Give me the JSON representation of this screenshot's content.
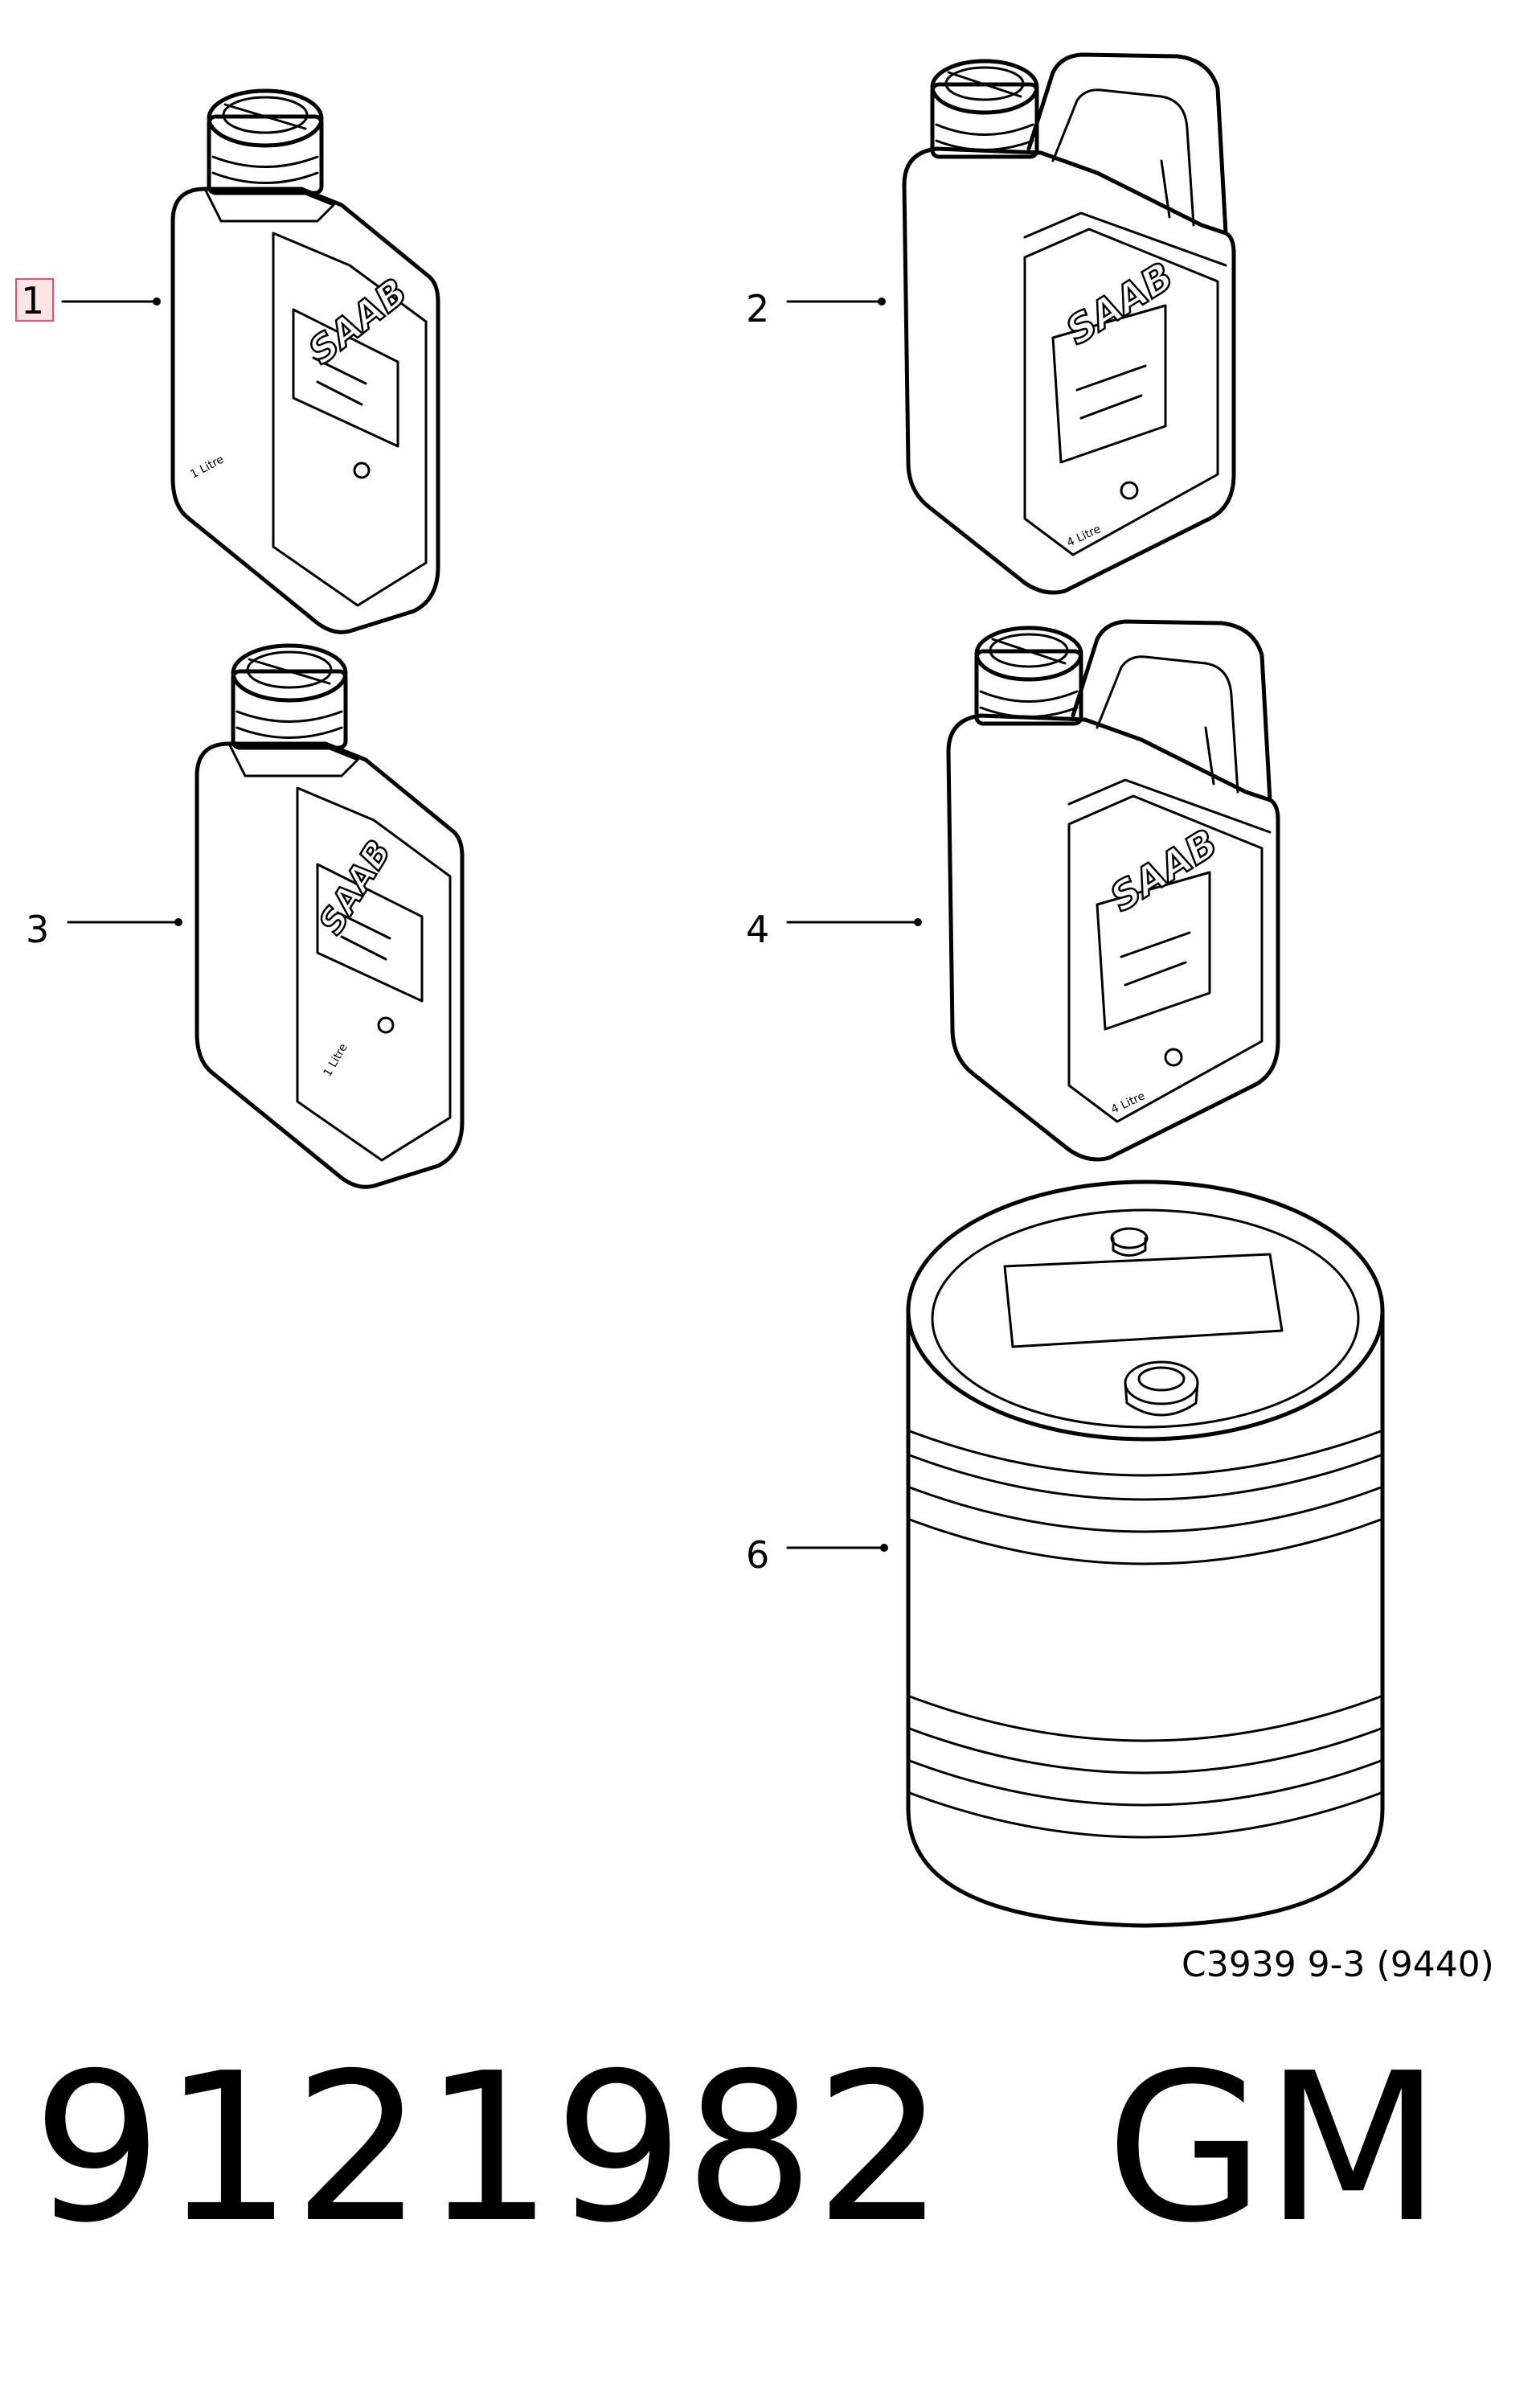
{
  "callouts": [
    "1",
    "2",
    "3",
    "4",
    "6"
  ],
  "containers": [
    {
      "id": "1",
      "volume_label": "1 Litre",
      "brand": "SAAB"
    },
    {
      "id": "2",
      "volume_label": "4 Litre",
      "brand": "SAAB"
    },
    {
      "id": "3",
      "volume_label": "1 Litre",
      "brand": "SAAB"
    },
    {
      "id": "4",
      "volume_label": "4 Litre",
      "brand": "SAAB"
    },
    {
      "id": "6",
      "volume_label": "",
      "brand": ""
    }
  ],
  "reference": "C3939 9-3 (9440)",
  "part_number": "9121982",
  "manufacturer": "GM",
  "highlight_color": "#d9566a"
}
